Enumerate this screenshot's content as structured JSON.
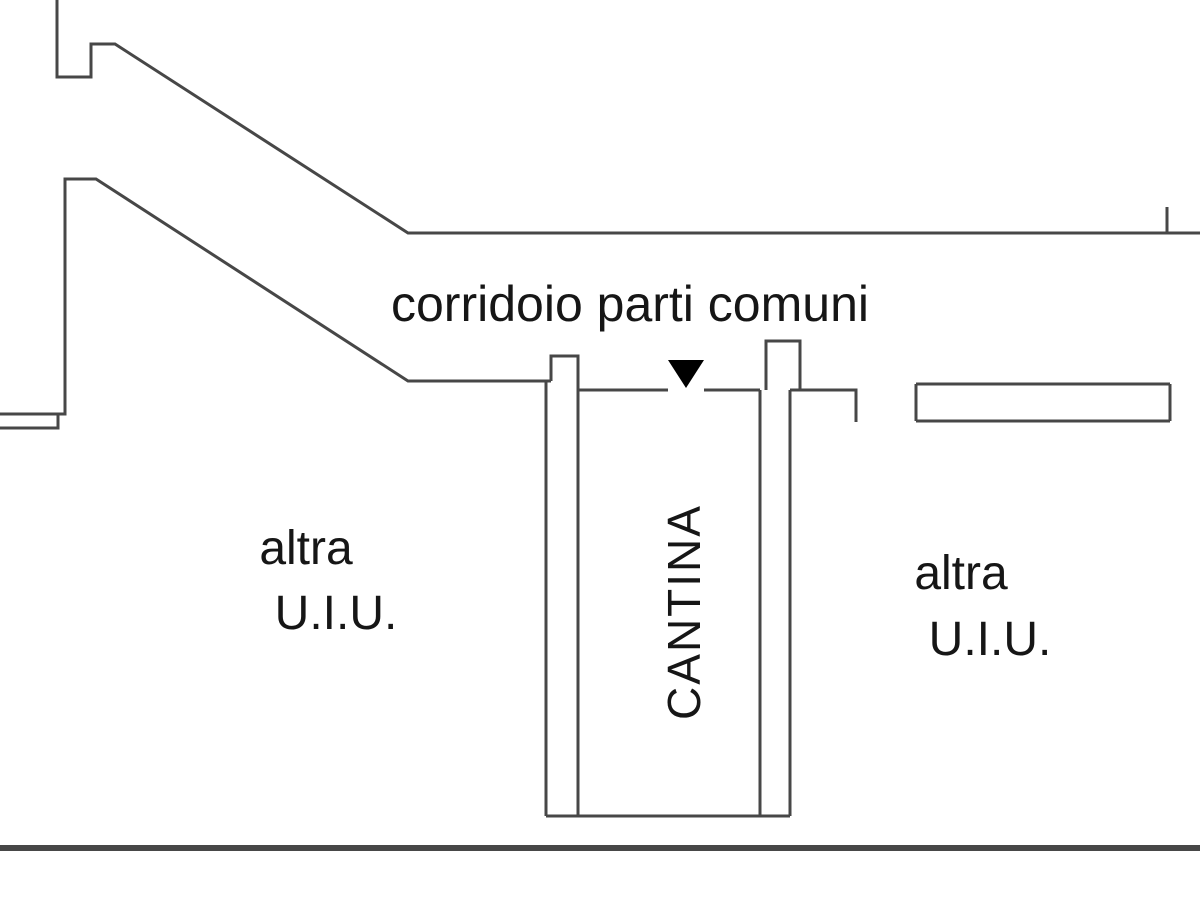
{
  "colors": {
    "background": "#ffffff",
    "wall": "#474747",
    "text": "#161616",
    "door_marker": "#000000"
  },
  "labels": {
    "corridor": "corridoio parti comuni",
    "left_unit": {
      "line1": "altra",
      "line2": "U.I.U."
    },
    "cellar": "CANTINA",
    "right_unit": {
      "line1": "altra",
      "line2": "U.I.U."
    }
  }
}
